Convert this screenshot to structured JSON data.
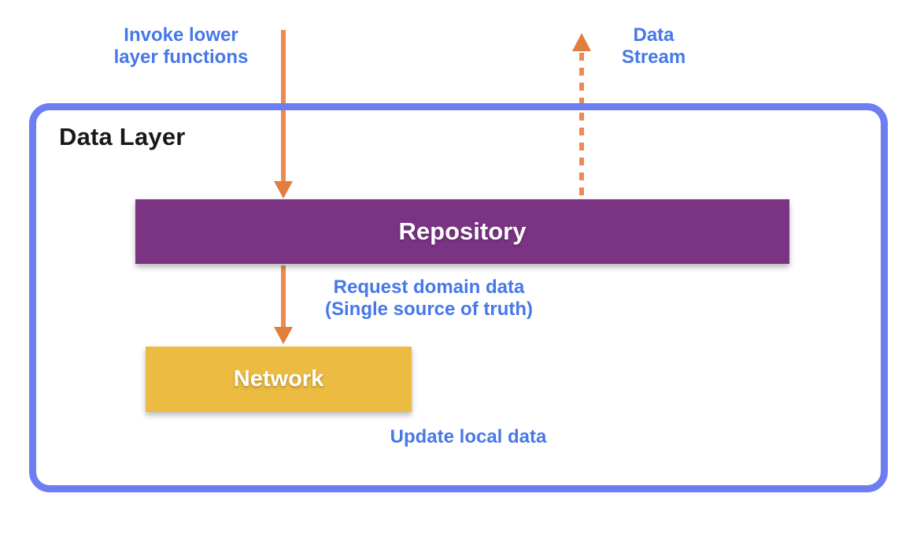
{
  "diagram": {
    "container_label": "Data Layer",
    "nodes": [
      {
        "id": "repository",
        "label": "Repository"
      },
      {
        "id": "network",
        "label": "Network"
      }
    ],
    "annotations": {
      "invoke": "Invoke lower\nlayer functions",
      "data_stream": "Data\nStream",
      "request": "Request domain data\n(Single source of truth)",
      "update": "Update local data"
    },
    "colors": {
      "background": "#ffffff",
      "border_blue": "#6d7ef2",
      "label_blue": "#4678e8",
      "arrow_line": "#ec8a52",
      "arrow_head": "#e17e3e",
      "repository_purple": "#7b3483",
      "network_yellow": "#ecbb41",
      "title_black": "#191919",
      "node_text": "#ffffff"
    }
  }
}
